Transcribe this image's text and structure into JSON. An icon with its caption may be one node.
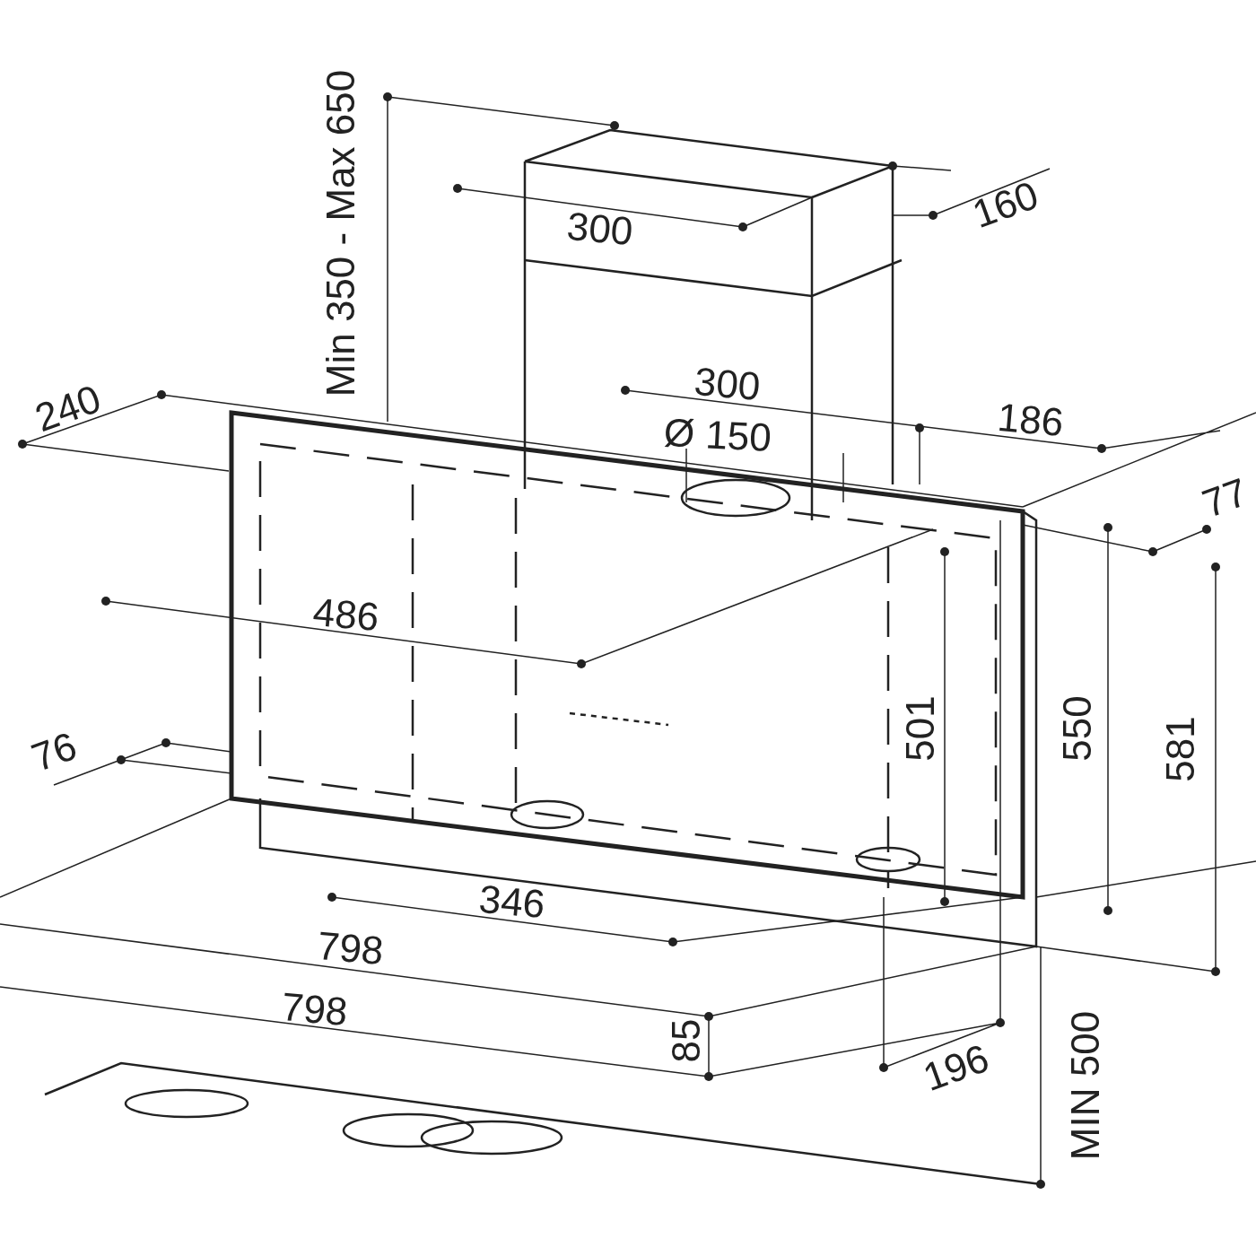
{
  "diagram": {
    "labels": [
      "Min 350 - Max 650",
      "300",
      "160",
      "240",
      "300",
      "Ø 150",
      "186",
      "77",
      "486",
      "501",
      "550",
      "581",
      "76",
      "346",
      "798",
      "798",
      "85",
      "196",
      "MIN 500"
    ]
  }
}
